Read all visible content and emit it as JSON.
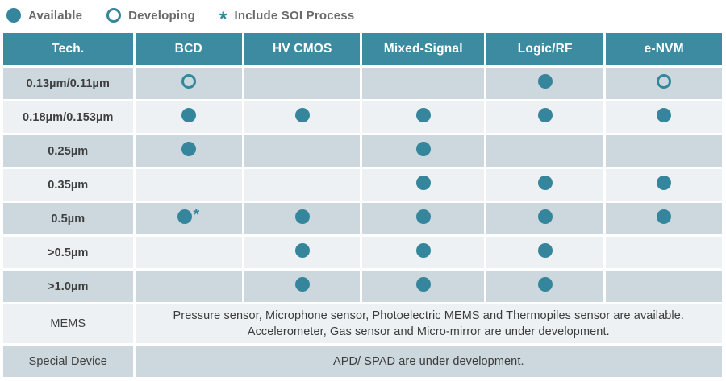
{
  "legend": {
    "available_label": "Available",
    "developing_label": "Developing",
    "soi_marker": "*",
    "soi_label": "Include SOI Process"
  },
  "colors": {
    "teal_header": "#3d8ba0",
    "teal_dot": "#35869c",
    "row_dark": "#ccd8dd",
    "row_light": "#edf1f3",
    "legend_text": "#6a6a6a"
  },
  "table": {
    "columns": [
      "Tech.",
      "BCD",
      "HV CMOS",
      "Mixed-Signal",
      "Logic/RF",
      "e-NVM"
    ],
    "rows": [
      {
        "label": "0.13µm/0.11µm",
        "cells": [
          "developing",
          "none",
          "none",
          "available",
          "developing"
        ]
      },
      {
        "label": "0.18µm/0.153µm",
        "cells": [
          "available",
          "available",
          "available",
          "available",
          "available"
        ]
      },
      {
        "label": "0.25µm",
        "cells": [
          "available",
          "none",
          "available",
          "none",
          "none"
        ]
      },
      {
        "label": "0.35µm",
        "cells": [
          "none",
          "none",
          "available",
          "available",
          "available"
        ]
      },
      {
        "label": "0.5µm",
        "cells": [
          "available_soi",
          "available",
          "available",
          "available",
          "available"
        ]
      },
      {
        "label": ">0.5µm",
        "cells": [
          "none",
          "available",
          "available",
          "available",
          "none"
        ]
      },
      {
        "label": ">1.0µm",
        "cells": [
          "none",
          "available",
          "available",
          "available",
          "none"
        ]
      }
    ],
    "text_rows": [
      {
        "label": "MEMS",
        "lines": [
          "Pressure sensor, Microphone sensor, Photoelectric MEMS and Thermopiles sensor are available.",
          "Accelerometer, Gas sensor and Micro-mirror are under development."
        ]
      },
      {
        "label": "Special Device",
        "lines": [
          "APD/ SPAD are under development."
        ]
      }
    ],
    "soi_marker": "*"
  },
  "chart_data": {
    "type": "table",
    "title": "",
    "columns": [
      "Tech.",
      "BCD",
      "HV CMOS",
      "Mixed-Signal",
      "Logic/RF",
      "e-NVM"
    ],
    "legend": [
      "Available",
      "Developing",
      "* Include SOI Process"
    ],
    "matrix": [
      [
        "0.13µm/0.11µm",
        "Developing",
        "",
        "",
        "Available",
        "Developing"
      ],
      [
        "0.18µm/0.153µm",
        "Available",
        "Available",
        "Available",
        "Available",
        "Available"
      ],
      [
        "0.25µm",
        "Available",
        "",
        "Available",
        "",
        ""
      ],
      [
        "0.35µm",
        "",
        "",
        "Available",
        "Available",
        "Available"
      ],
      [
        "0.5µm",
        "Available (SOI)",
        "Available",
        "Available",
        "Available",
        "Available"
      ],
      [
        ">0.5µm",
        "",
        "Available",
        "Available",
        "Available",
        ""
      ],
      [
        ">1.0µm",
        "",
        "Available",
        "Available",
        "Available",
        ""
      ],
      [
        "MEMS",
        "Pressure sensor, Microphone sensor, Photoelectric MEMS and Thermopiles sensor are available. Accelerometer, Gas sensor and Micro-mirror are under development."
      ],
      [
        "Special Device",
        "APD/ SPAD are under development."
      ]
    ]
  }
}
